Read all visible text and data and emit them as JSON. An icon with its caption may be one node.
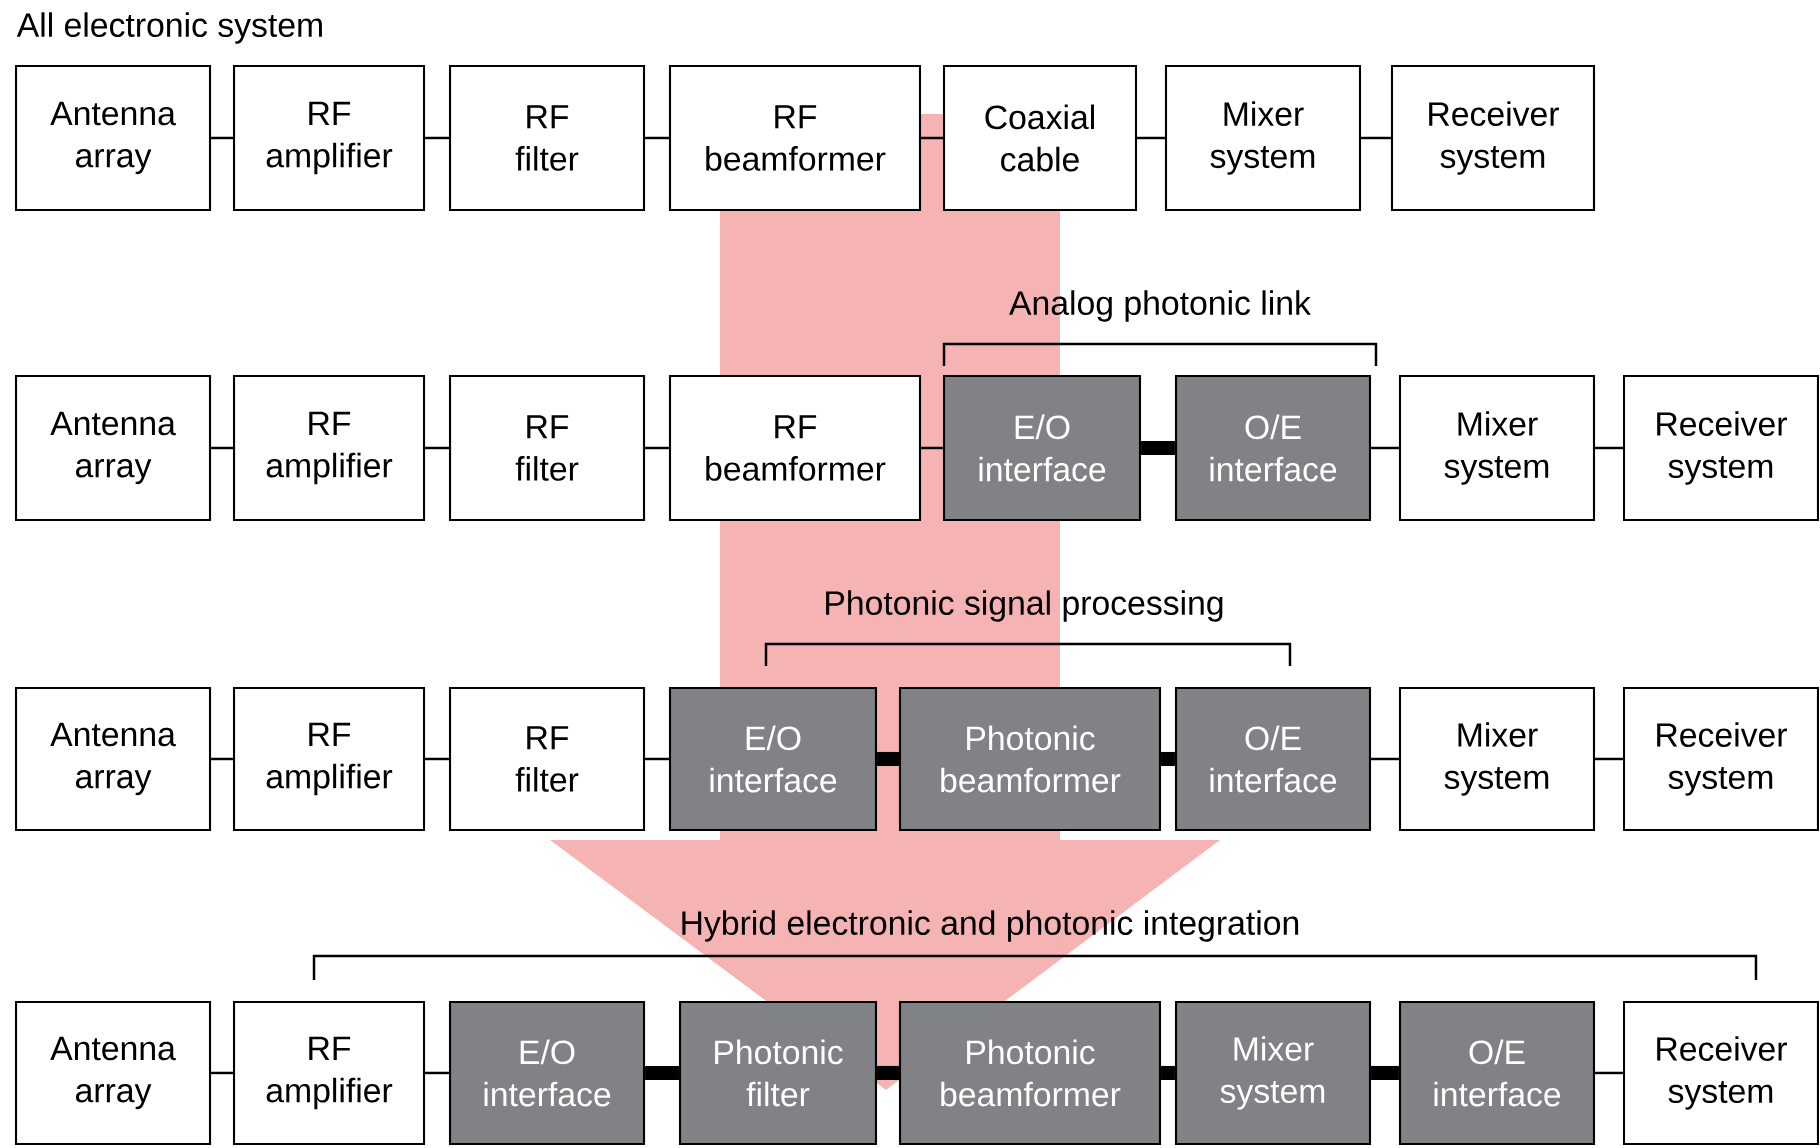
{
  "diagram": {
    "nodes": [
      {
        "text": [
          "Antenna array"
        ]
      },
      {
        "text": [
          "RF amplifier"
        ]
      },
      {
        "text": [
          "RF filter"
        ]
      },
      {
        "text": [
          "RF beamformer"
        ]
      },
      {
        "text": [
          "Coaxial cable"
        ]
      },
      {
        "text": [
          "Mixer system"
        ]
      },
      {
        "text": [
          "Receiver system"
        ]
      },
      {
        "text": [
          "Antenna array"
        ]
      },
      {
        "text": [
          "RF amplifier"
        ]
      },
      {
        "text": [
          "RF filter"
        ]
      },
      {
        "text": [
          "RF beamformer"
        ]
      },
      {
        "text": [
          "E/O interface"
        ]
      },
      {
        "text": [
          "O/E interface"
        ]
      },
      {
        "text": [
          "Mixer system"
        ]
      },
      {
        "text": [
          "Receiver system"
        ]
      },
      {
        "text": [
          "Antenna array"
        ]
      },
      {
        "text": [
          "RF amplifier"
        ]
      },
      {
        "text": [
          "RF filter"
        ]
      },
      {
        "text": [
          "E/O interface"
        ]
      },
      {
        "text": [
          "Photonic beamformer"
        ]
      },
      {
        "text": [
          "O/E interface"
        ]
      },
      {
        "text": [
          "Mixer system"
        ]
      },
      {
        "text": [
          "Receiver system"
        ]
      },
      {
        "text": [
          "Antenna array"
        ]
      },
      {
        "text": [
          "RF amplifier"
        ]
      },
      {
        "text": [
          "E/O interface"
        ]
      },
      {
        "text": [
          "Photonic filter"
        ]
      },
      {
        "text": [
          "Photonic beamformer"
        ]
      },
      {
        "text": [
          "Mixer system"
        ]
      },
      {
        "text": [
          "O/E interface"
        ]
      },
      {
        "text": [
          "Receiver system"
        ]
      }
    ],
    "edges": [
      {
        "from": 0,
        "to": 1,
        "arrow": "none"
      },
      {
        "from": 1,
        "to": 2,
        "arrow": "none"
      },
      {
        "from": 2,
        "to": 3,
        "arrow": "none"
      },
      {
        "from": 3,
        "to": 4,
        "arrow": "none"
      },
      {
        "from": 4,
        "to": 5,
        "arrow": "none"
      },
      {
        "from": 5,
        "to": 6,
        "arrow": "none"
      },
      {
        "from": 7,
        "to": 8,
        "arrow": "none"
      },
      {
        "from": 8,
        "to": 9,
        "arrow": "none"
      },
      {
        "from": 9,
        "to": 10,
        "arrow": "none"
      },
      {
        "from": 10,
        "to": 11,
        "arrow": "none"
      },
      {
        "from": 11,
        "to": 12,
        "arrow": "none",
        "style": "thick"
      },
      {
        "from": 12,
        "to": 13,
        "arrow": "none"
      },
      {
        "from": 13,
        "to": 14,
        "arrow": "none"
      },
      {
        "from": 15,
        "to": 16,
        "arrow": "none"
      },
      {
        "from": 16,
        "to": 17,
        "arrow": "none"
      },
      {
        "from": 17,
        "to": 18,
        "arrow": "none"
      },
      {
        "from": 18,
        "to": 19,
        "arrow": "none",
        "style": "thick"
      },
      {
        "from": 19,
        "to": 20,
        "arrow": "none",
        "style": "thick"
      },
      {
        "from": 20,
        "to": 21,
        "arrow": "none"
      },
      {
        "from": 21,
        "to": 22,
        "arrow": "none"
      },
      {
        "from": 23,
        "to": 24,
        "arrow": "none"
      },
      {
        "from": 24,
        "to": 25,
        "arrow": "none"
      },
      {
        "from": 25,
        "to": 26,
        "arrow": "none",
        "style": "thick"
      },
      {
        "from": 26,
        "to": 27,
        "arrow": "none",
        "style": "thick"
      },
      {
        "from": 27,
        "to": 28,
        "arrow": "none",
        "style": "thick"
      },
      {
        "from": 28,
        "to": 29,
        "arrow": "none",
        "style": "thick"
      },
      {
        "from": 29,
        "to": 30,
        "arrow": "none"
      },
      {
        "from": 3,
        "to": 26,
        "arrow": "to",
        "style": "thick",
        "color": "#f6b3b3"
      }
    ],
    "labels": [
      "All electronic system",
      "Analog photonic link",
      "Photonic signal processing",
      "Hybrid electronic and photonic integration"
    ]
  }
}
